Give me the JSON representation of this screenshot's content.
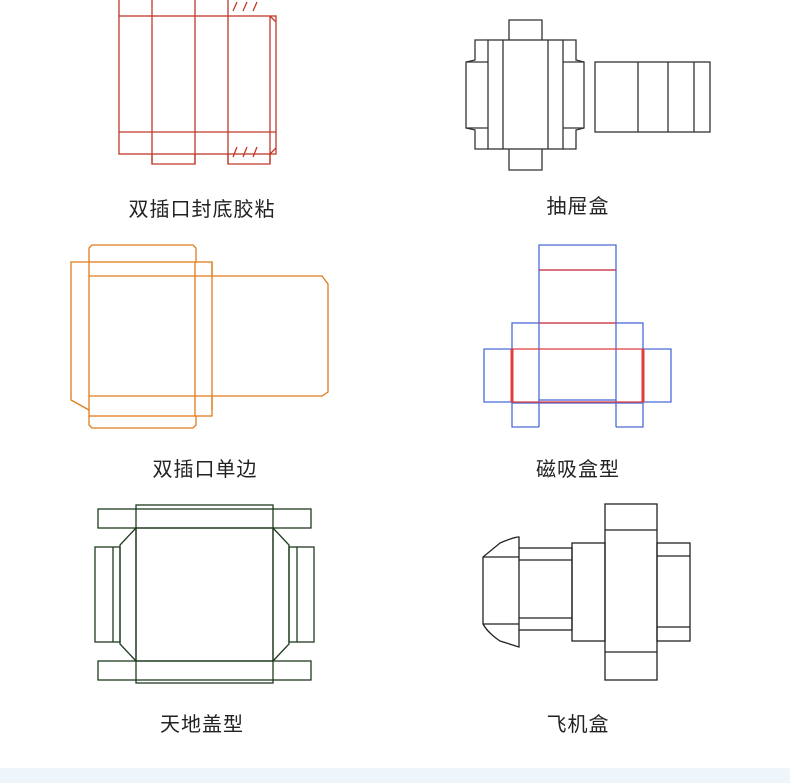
{
  "boxes": [
    {
      "name": "双插口封底胶粘",
      "color": "#c0392b"
    },
    {
      "name": "抽屉盒",
      "color": "#333333"
    },
    {
      "name": "双插口单边",
      "color": "#e07b1a"
    },
    {
      "name": "磁吸盒型",
      "colors": [
        "#4a6bd8",
        "#e03c3c"
      ]
    },
    {
      "name": "天地盖型",
      "color": "#1f3a1f"
    },
    {
      "name": "飞机盒",
      "color": "#222222"
    }
  ]
}
